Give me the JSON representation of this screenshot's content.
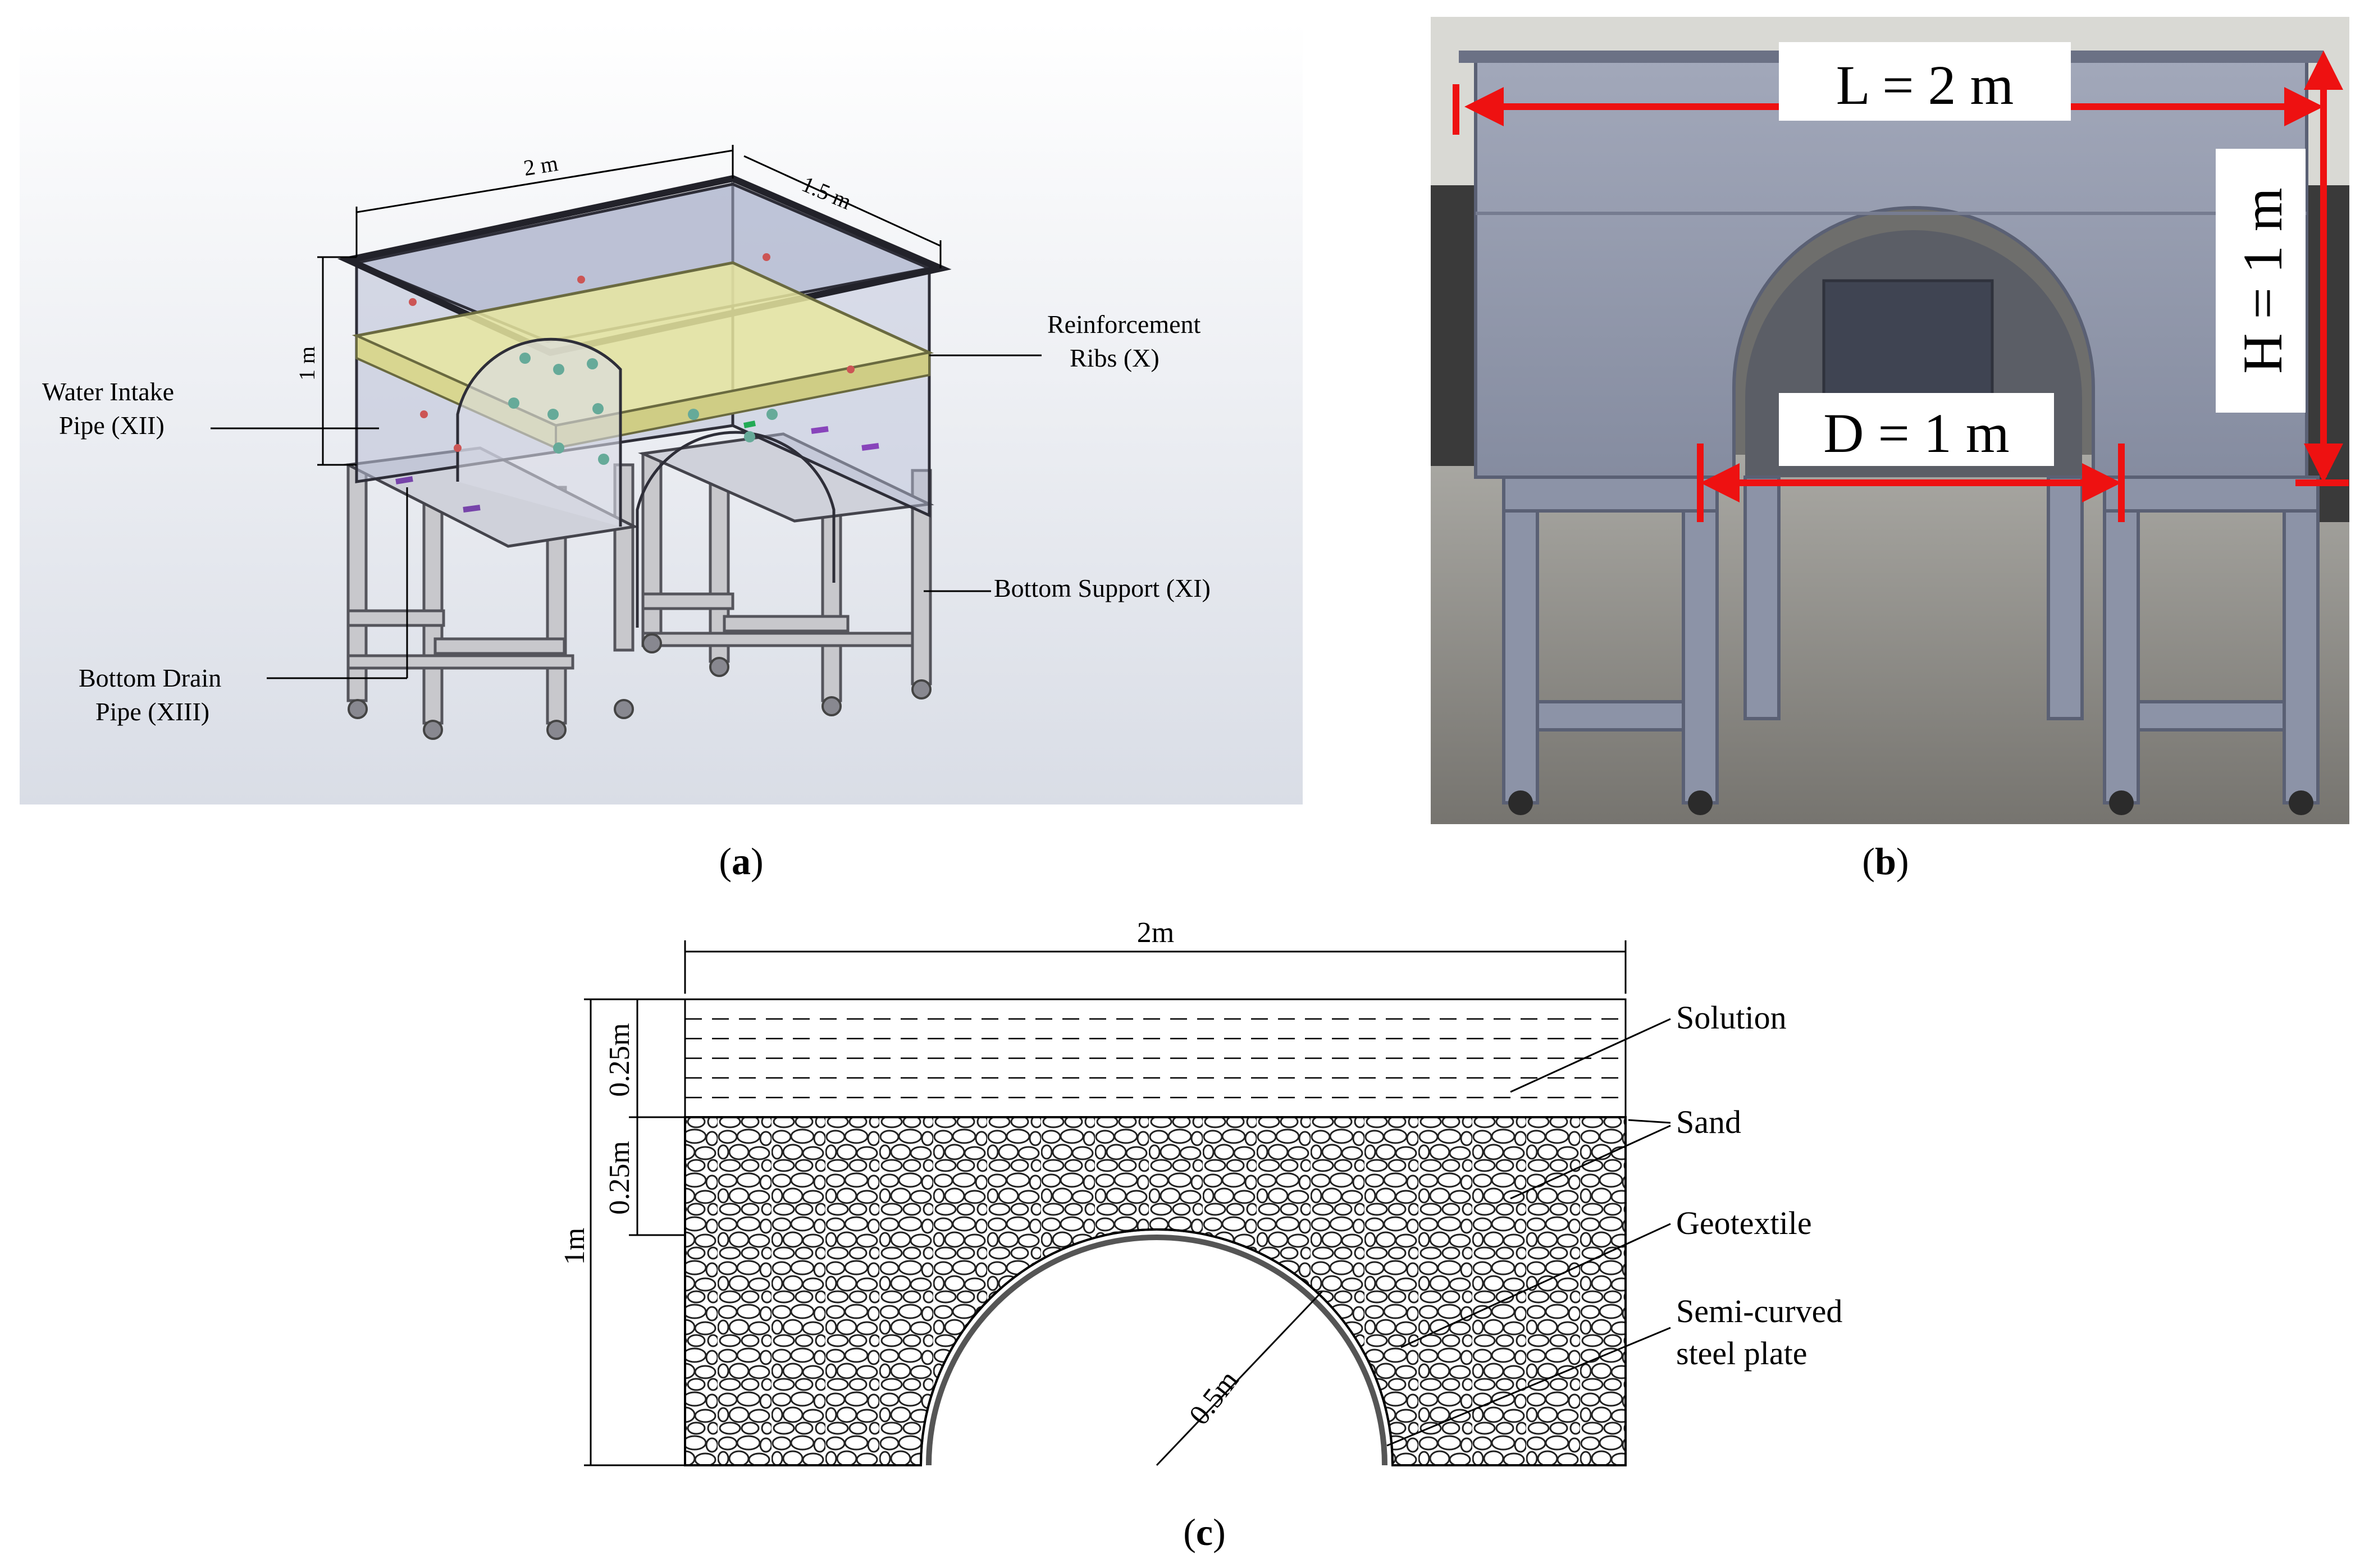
{
  "panel_a": {
    "caption_open": "(",
    "caption_letter": "a",
    "caption_close": ")",
    "dims": {
      "length": "2 m",
      "width": "1.5 m",
      "height": "1 m"
    },
    "labels": {
      "ribs_l1": "Reinforcement",
      "ribs_l2": "Ribs (X)",
      "intake_l1": "Water Intake",
      "intake_l2": "Pipe (XII)",
      "support": "Bottom Support (XI)",
      "drain_l1": "Bottom Drain",
      "drain_l2": "Pipe (XIII)"
    },
    "colors": {
      "background_top": "#ffffff",
      "background_bottom": "#d9dde6",
      "tank": "#b9bfd6",
      "frame": "#c8c8cc",
      "ribs": "#e8e6a0"
    }
  },
  "panel_b": {
    "caption_open": "(",
    "caption_letter": "b",
    "caption_close": ")",
    "labels": {
      "length": "L = 2 m",
      "height": "H = 1 m",
      "diameter": "D = 1 m"
    },
    "colors": {
      "arrow": "#ee1111",
      "steel": "#8f96aa",
      "floor": "#8b8a86"
    }
  },
  "panel_c": {
    "caption_open": "(",
    "caption_letter": "c",
    "caption_close": ")",
    "dims": {
      "width": "2m",
      "height": "1m",
      "solution_depth": "0.25m",
      "sand_depth": "0.25m",
      "radius": "0.5m"
    },
    "labels": {
      "solution": "Solution",
      "sand": "Sand",
      "geotextile": "Geotextile",
      "plate_l1": "Semi-curved",
      "plate_l2": "steel plate"
    }
  }
}
